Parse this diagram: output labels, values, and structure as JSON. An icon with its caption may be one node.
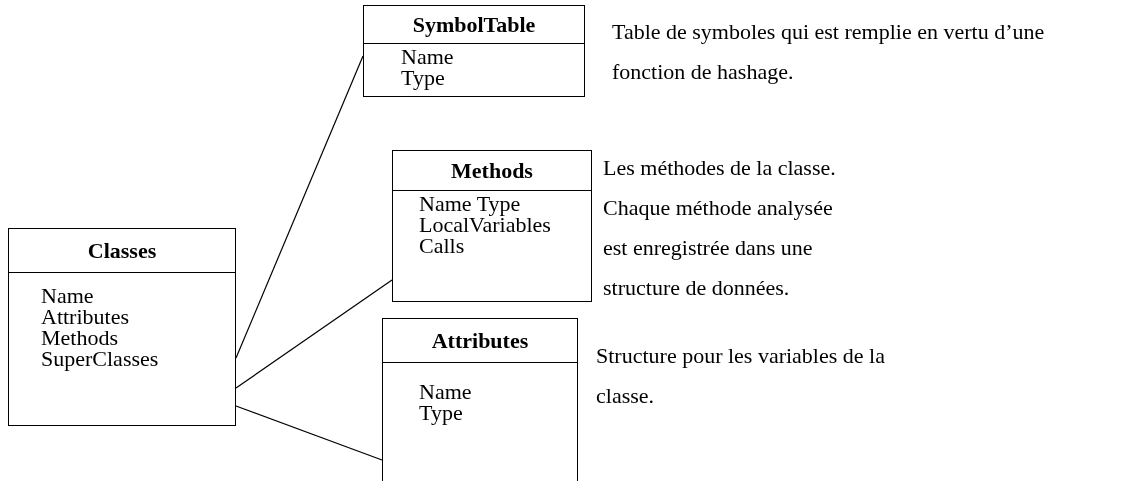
{
  "diagram": {
    "nodes": [
      {
        "text": [
          "Classes",
          "Name Attributes Methods SuperClasses"
        ]
      },
      {
        "text": [
          "SymbolTable",
          "Name Type"
        ],
        "beside": [
          "Table de symboles qui est remplie en vertu d’une fonction de hashage."
        ]
      },
      {
        "text": [
          "Methods",
          "Name Type LocalVariables Calls"
        ],
        "beside": [
          "Les méthodes de la classe. Chaque méthode analysée est enregistrée dans une structure de données."
        ]
      },
      {
        "text": [
          "Attributes",
          "Name Type"
        ],
        "beside": [
          "Structure pour les variables de la classe."
        ]
      }
    ],
    "edges": [
      {
        "from": 0,
        "to": 1,
        "arrow": "none"
      },
      {
        "from": 0,
        "to": 2,
        "arrow": "none"
      },
      {
        "from": 0,
        "to": 3,
        "arrow": "none"
      }
    ]
  }
}
